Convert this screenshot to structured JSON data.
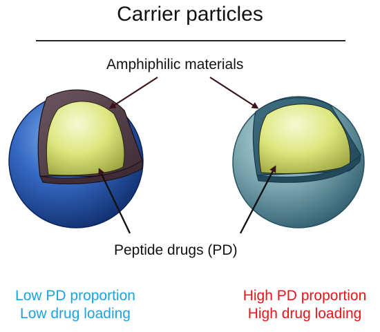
{
  "title": "Carrier particles",
  "labels": {
    "amphiphilic": "Amphiphilic materials",
    "peptide": "Peptide drugs (PD)"
  },
  "captions": {
    "left": {
      "line1": "Low PD proportion",
      "line2": "Low drug loading",
      "color": "#1aa3e0"
    },
    "right": {
      "line1": "High PD proportion",
      "line2": "High drug loading",
      "color": "#e8141c"
    }
  },
  "colors": {
    "left_sphere": "#2a5aa8",
    "right_sphere": "#5f8f9c",
    "core": "#e2eb88",
    "shell_cut": "#5a4650",
    "arrows": "#3a1418"
  }
}
